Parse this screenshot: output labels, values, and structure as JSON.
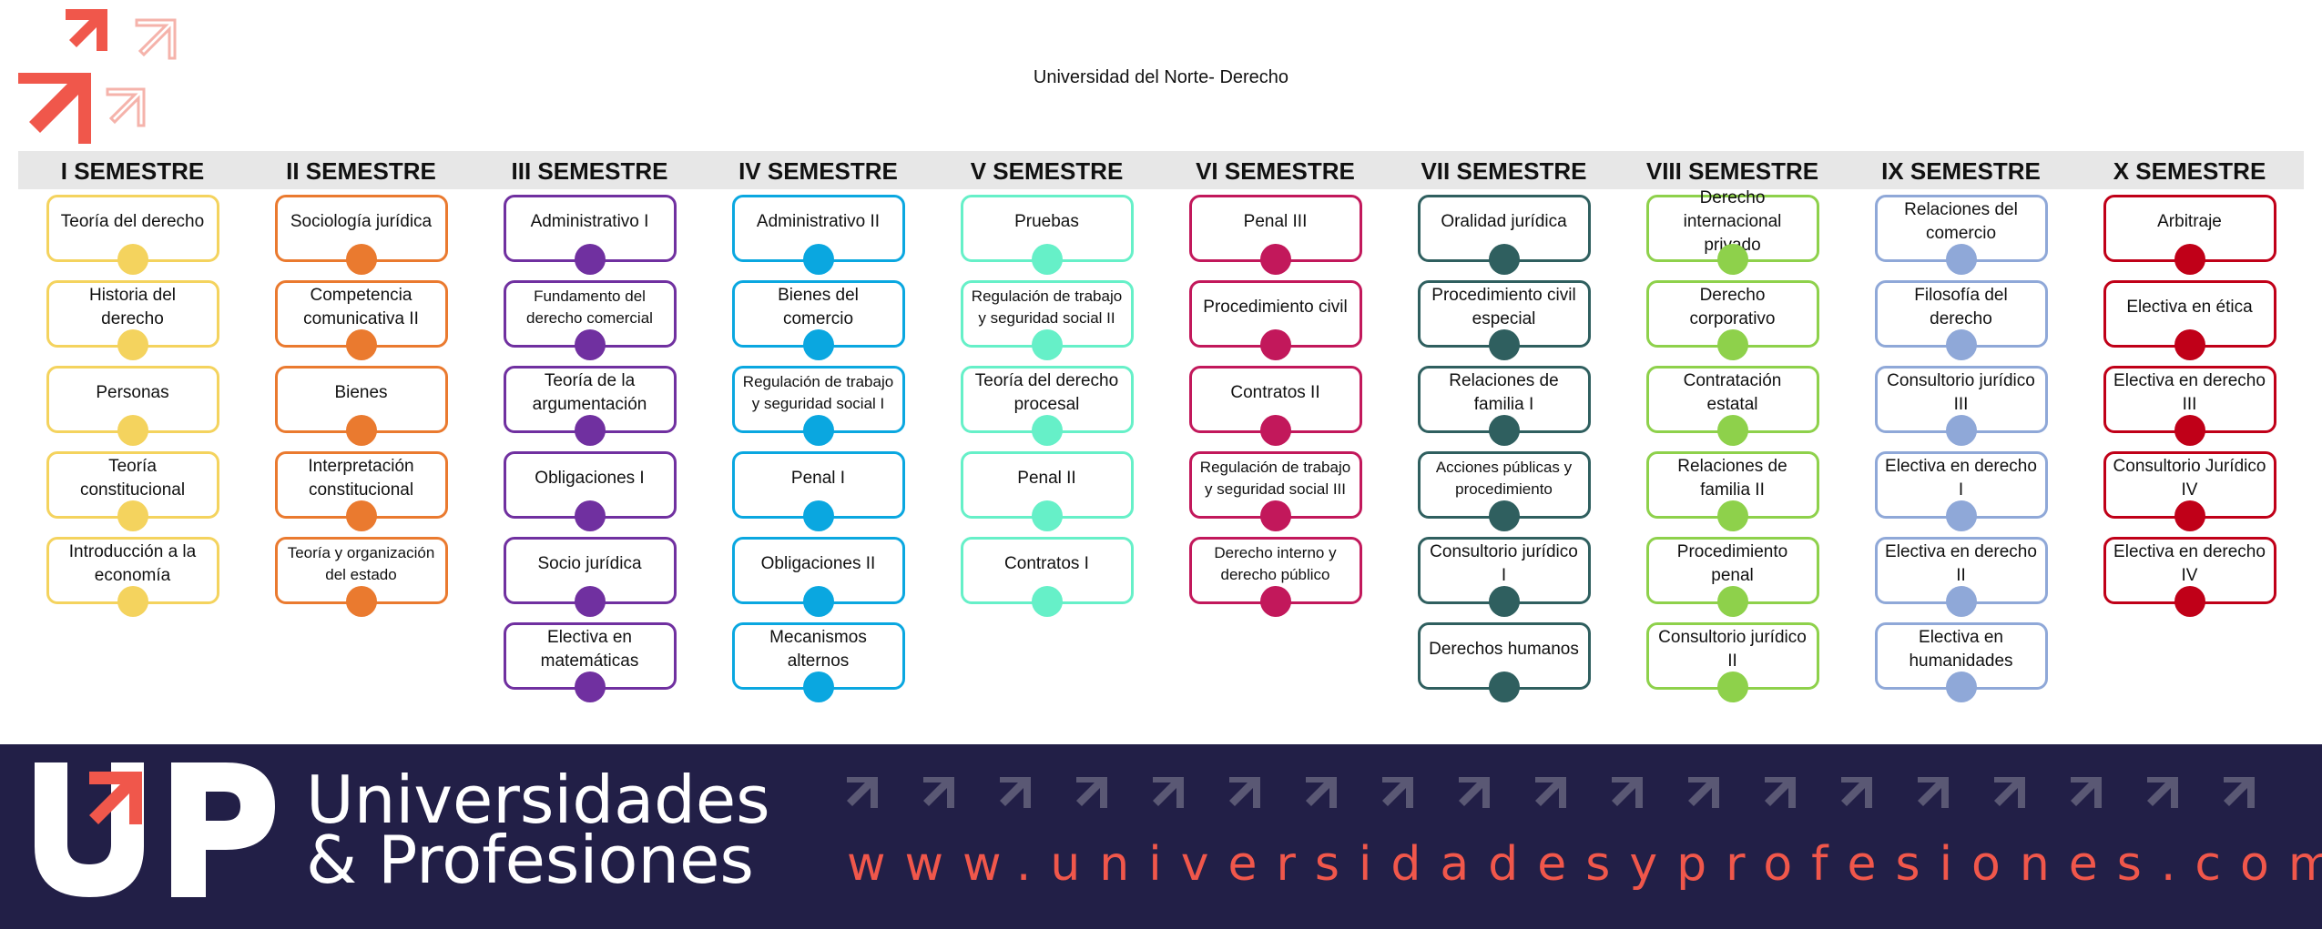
{
  "page_title": "Universidad del Norte- Derecho",
  "brand": {
    "line1": "Universidades",
    "line2": "& Profesiones",
    "url": "www.universidadesyprofesiones.com",
    "accent": "#f0574b",
    "footer_bg": "#221f47"
  },
  "semesters": [
    {
      "name": "I SEMESTRE",
      "color": "#f4d35e",
      "courses": [
        "Teoría del derecho",
        "Historia del derecho",
        "Personas",
        "Teoría constitucional",
        "Introducción a la economía"
      ]
    },
    {
      "name": "II SEMESTRE",
      "color": "#ea7a2f",
      "courses": [
        "Sociología jurídica",
        "Competencia comunicativa II",
        "Bienes",
        "Interpretación constitucional",
        "Teoría y organización del estado"
      ]
    },
    {
      "name": "III SEMESTRE",
      "color": "#7030a0",
      "courses": [
        "Administrativo I",
        "Fundamento del derecho comercial",
        "Teoría de la argumentación",
        "Obligaciones I",
        "Socio jurídica",
        "Electiva en matemáticas"
      ]
    },
    {
      "name": "IV SEMESTRE",
      "color": "#0aa7e0",
      "courses": [
        "Administrativo II",
        "Bienes del comercio",
        "Regulación de trabajo y seguridad social I",
        "Penal I",
        "Obligaciones II",
        "Mecanismos alternos"
      ]
    },
    {
      "name": "V SEMESTRE",
      "color": "#66f0c8",
      "courses": [
        "Pruebas",
        "Regulación de trabajo y seguridad social II",
        "Teoría del derecho procesal",
        "Penal II",
        "Contratos I"
      ]
    },
    {
      "name": "VI SEMESTRE",
      "color": "#c2185b",
      "courses": [
        "Penal III",
        "Procedimiento civil",
        "Contratos II",
        "Regulación de trabajo y seguridad social III",
        "Derecho interno y derecho público"
      ]
    },
    {
      "name": "VII SEMESTRE",
      "color": "#2f5f5f",
      "courses": [
        "Oralidad jurídica",
        "Procedimiento civil especial",
        "Relaciones de familia I",
        "Acciones públicas y procedimiento",
        "Consultorio jurídico I",
        "Derechos humanos"
      ]
    },
    {
      "name": "VIII SEMESTRE",
      "color": "#8ed14b",
      "courses": [
        "Derecho internacional privado",
        "Derecho corporativo",
        "Contratación estatal",
        "Relaciones de familia II",
        "Procedimiento penal",
        "Consultorio jurídico II"
      ]
    },
    {
      "name": "IX SEMESTRE",
      "color": "#8fa8d8",
      "courses": [
        "Relaciones del comercio",
        "Filosofía del derecho",
        "Consultorio jurídico III",
        "Electiva en derecho I",
        "Electiva en derecho II",
        "Electiva en humanidades"
      ]
    },
    {
      "name": "X SEMESTRE",
      "color": "#c00018",
      "courses": [
        "Arbitraje",
        "Electiva en ética",
        "Electiva en derecho III",
        "Consultorio Jurídico IV",
        "Electiva en derecho IV"
      ]
    }
  ]
}
